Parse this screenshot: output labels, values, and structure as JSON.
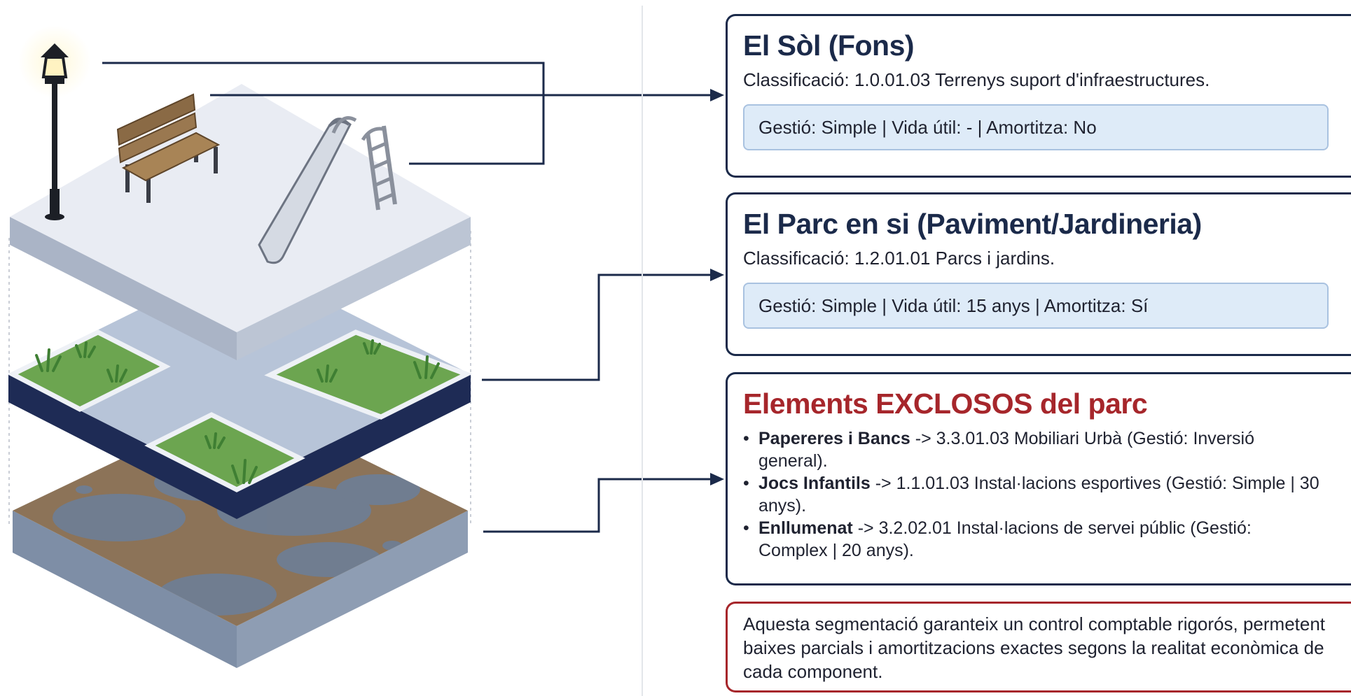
{
  "panels": [
    {
      "title": "El Sòl (Fons)",
      "classification": "Classificació: 1.0.01.03 Terrenys suport d'infraestructures.",
      "info": "Gestió: Simple | Vida útil: - | Amortitza: No"
    },
    {
      "title": "El Parc en si (Paviment/Jardineria)",
      "classification": "Classificació: 1.2.01.01 Parcs i jardins.",
      "info": "Gestió: Simple | Vida útil: 15 anys | Amortitza: Sí"
    }
  ],
  "excluded": {
    "title": "Elements EXCLOSOS del parc",
    "bullet": "•",
    "items": [
      {
        "name": "Papereres i Bancs",
        "detail": " -> 3.3.01.03 Mobiliari Urbà (Gestió: Inversió general)."
      },
      {
        "name": "Jocs Infantils",
        "detail": " -> 1.1.01.03 Instal·lacions esportives (Gestió: Simple | 30 anys)."
      },
      {
        "name": "Enllumenat",
        "detail": " -> 3.2.02.01 Instal·lacions de servei públic (Gestió: Complex | 20 anys)."
      }
    ]
  },
  "note": "Aquesta segmentació garanteix un control comptable rigorós, permetent baixes parcials i amortitzacions exactes segons la realitat econòmica de cada component.",
  "colors": {
    "navy": "#1b2a4a",
    "red": "#a6262b",
    "info_bg": "#deebf8",
    "grass": "#6ca550",
    "soil": "#8c7358",
    "water": "#6b7f9b",
    "concrete_top": "#e9ecf3"
  },
  "icons": [
    "street-lamp-icon",
    "bench-icon",
    "slide-icon",
    "grass-icon"
  ]
}
